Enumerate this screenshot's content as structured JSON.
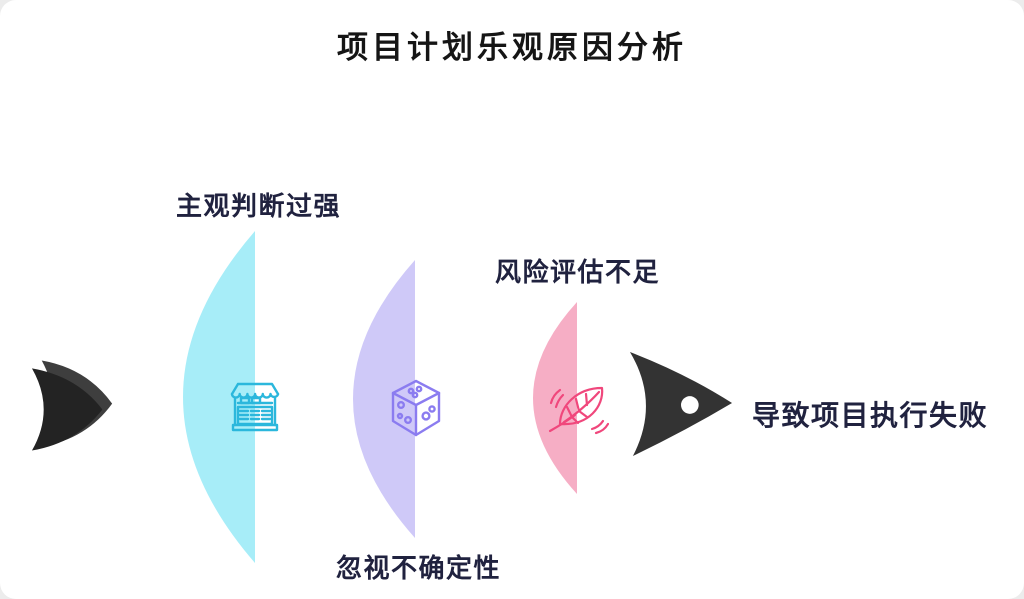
{
  "title": "项目计划乐观原因分析",
  "diagram_type": "fishbone-cause-analysis",
  "causes": [
    {
      "label": "主观判断过强",
      "label_position": "top",
      "icon": "storefront-icon",
      "shape_color": "#a7edf8",
      "icon_color": "#2bb7dc"
    },
    {
      "label": "忽视不确定性",
      "label_position": "bottom",
      "icon": "dice-icon",
      "shape_color": "#cfc9f8",
      "icon_color": "#8b7cf0"
    },
    {
      "label": "风险评估不足",
      "label_position": "top",
      "icon": "leaf-icon",
      "shape_color": "#f6aec5",
      "icon_color": "#f0477c"
    }
  ],
  "result_label": "导致项目执行失败",
  "colors": {
    "background": "#ffffff",
    "title_text": "#151515",
    "label_text": "#20223f",
    "arrow_dark": "#333333",
    "arrow_eye": "#ffffff"
  },
  "decorations": [
    "fish-tail-icon",
    "fish-head-arrow-icon"
  ]
}
